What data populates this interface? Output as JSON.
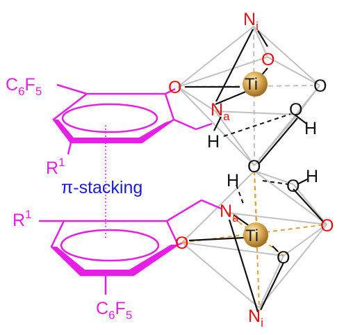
{
  "labels": {
    "pi_stacking": "π-stacking",
    "c6f5_top": {
      "base": "C",
      "sub1": "6",
      "mid": "F",
      "sub2": "5"
    },
    "c6f5_bottom": {
      "base": "C",
      "sub1": "6",
      "mid": "F",
      "sub2": "5"
    },
    "r1_upper": {
      "base": "R",
      "sup": "1"
    },
    "r1_lower": {
      "base": "R",
      "sup": "1"
    },
    "ni_top": {
      "base": "N",
      "sub": "i"
    },
    "ni_bottom": {
      "base": "N",
      "sub": "i"
    },
    "na_upper": {
      "base": "N",
      "sub": "a"
    },
    "na_lower": {
      "base": "N",
      "sub": "a"
    },
    "ti_upper": "Ti",
    "ti_lower": "Ti",
    "o_phenoxide_upper": "O",
    "o_phenoxide_lower": "O",
    "o_ring_upper": "O",
    "o_ring_lower": "O",
    "o_right_upper": "O",
    "o_right_lower": "O",
    "o_hydroxyl_upper": "O",
    "o_hydroxyl_lower": "O",
    "o_bridge": "O",
    "h_hydroxyl_upper": "H",
    "h_hydroxyl_lower": "H",
    "h_upper": "H",
    "h_lower": "H"
  },
  "colors": {
    "ligand": "#e61ee6",
    "heteroatom": "#ee0e0e",
    "bond": "#111111",
    "polyhedron": "#c0c0c0",
    "coordination": "#e0a030",
    "stacking_text": "#1a1adc",
    "titanium": "#c89640"
  }
}
